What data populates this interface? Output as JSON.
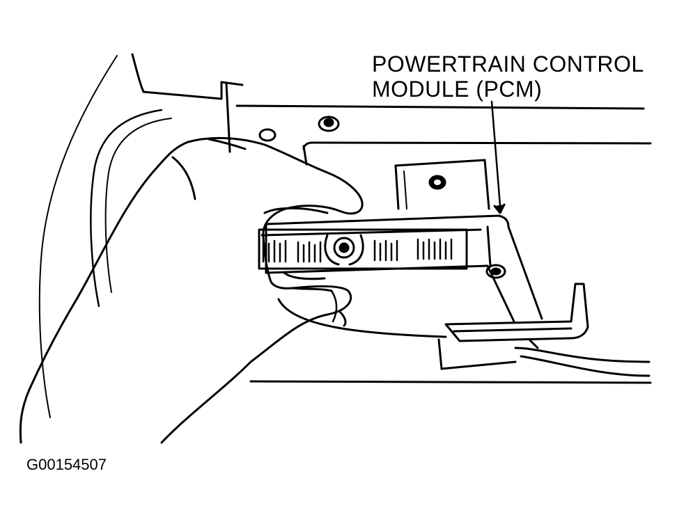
{
  "callout": {
    "line1": "POWERTRAIN CONTROL",
    "line2": "MODULE (PCM)"
  },
  "figure_id": "G00154507",
  "colors": {
    "ink": "#000000",
    "paper": "#ffffff"
  },
  "icons": [
    "hand-illustration",
    "pcm-module-illustration",
    "arrow-pointer"
  ]
}
